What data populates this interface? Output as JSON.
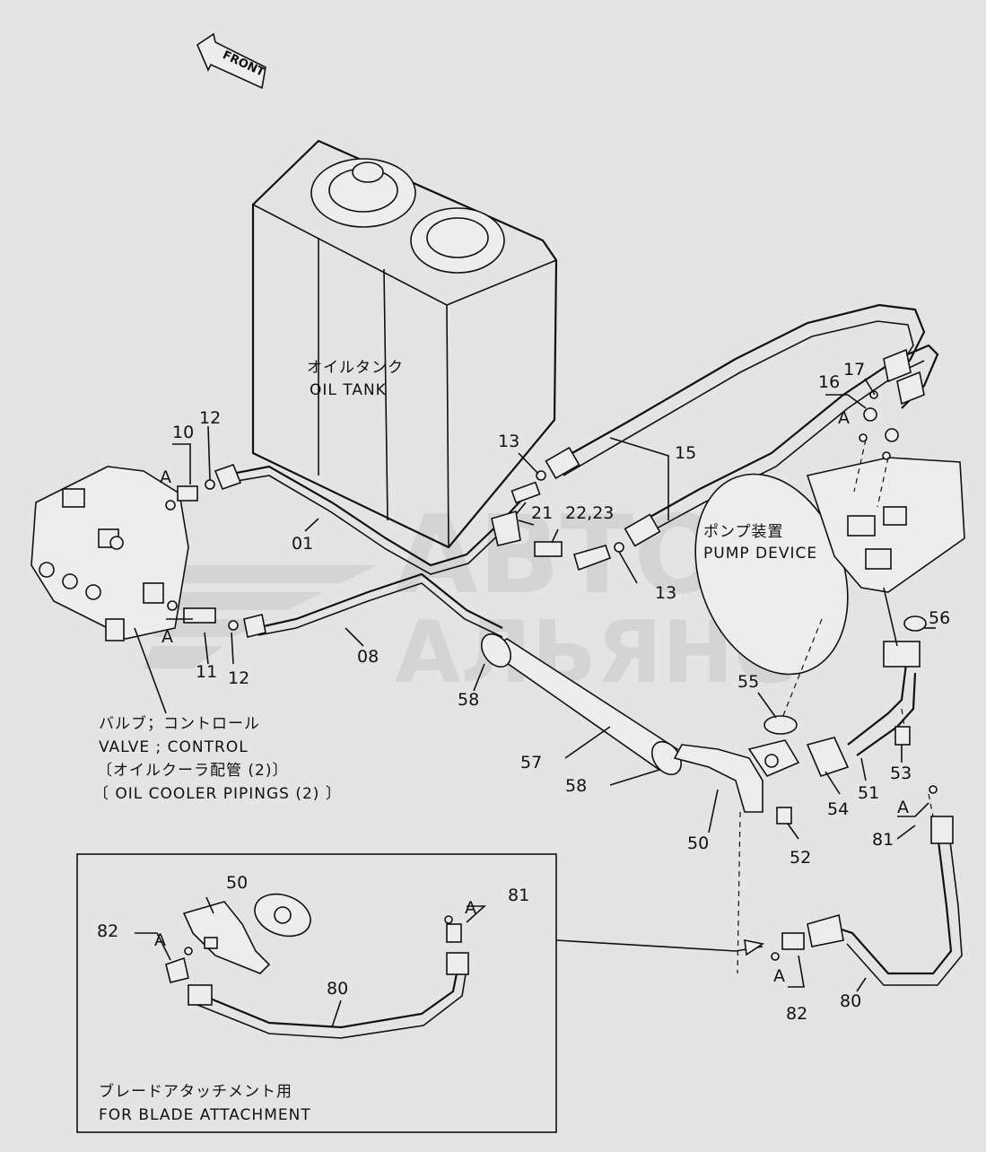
{
  "front_arrow": {
    "label": "FRONT"
  },
  "components": {
    "oil_tank": {
      "jp": "オイルタンク",
      "en": "OIL TANK"
    },
    "pump_device": {
      "jp": "ポンプ装置",
      "en": "PUMP DEVICE"
    },
    "valve_control": {
      "jp": "バルブ；コントロール",
      "en": "VALVE ; CONTROL"
    },
    "oil_cooler_jp": "〔オイルクーラ配管 (2)〕",
    "oil_cooler_en": "〔 OIL COOLER PIPINGS (2) 〕"
  },
  "inset": {
    "jp": "ブレードアタッチメント用",
    "en": "FOR BLADE ATTACHMENT"
  },
  "watermark": {
    "line1": "АВТО",
    "line2": "АЛЬЯНС"
  },
  "part_labels": {
    "p10": "10",
    "p12a": "12",
    "p12b": "12",
    "p11": "11",
    "p01": "01",
    "p08": "08",
    "p13a": "13",
    "p13b": "13",
    "p15": "15",
    "p21": "21",
    "p22_23": "22,23",
    "p16": "16",
    "p17": "17",
    "p56": "56",
    "p55": "55",
    "p58a": "58",
    "p58b": "58",
    "p57": "57",
    "p50": "50",
    "p52": "52",
    "p54": "54",
    "p51": "51",
    "p53": "53",
    "p81": "81",
    "p82": "82",
    "p80": "80",
    "i50": "50",
    "i82": "82",
    "i81": "81",
    "i80": "80"
  },
  "ref_marks": {
    "a1": "A",
    "a2": "A",
    "a3": "A",
    "a4": "A",
    "a5": "A",
    "a6": "A",
    "a7": "A"
  }
}
